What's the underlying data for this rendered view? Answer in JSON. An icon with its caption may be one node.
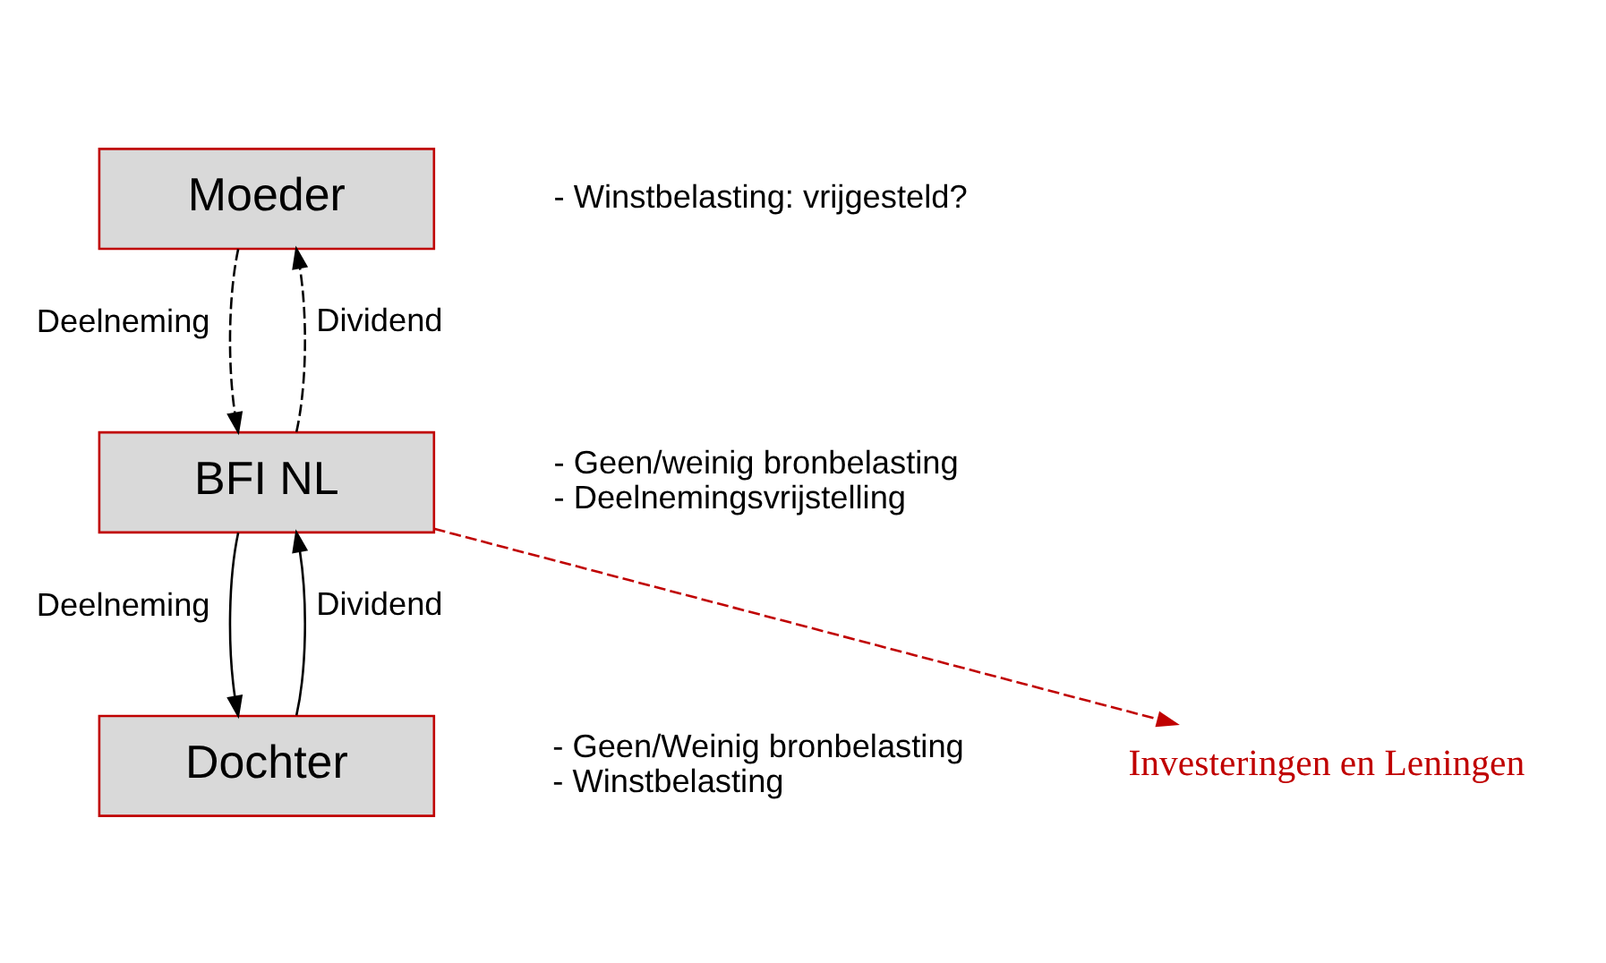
{
  "diagram": {
    "nodes": [
      {
        "text": [
          "Moeder"
        ],
        "beside": [
          "- Winstbelasting: vrijgesteld?"
        ]
      },
      {
        "text": [
          "BFI NL"
        ],
        "beside": [
          "- Geen/weinig bronbelasting",
          "- Deelnemingsvrijstelling"
        ]
      },
      {
        "text": [
          "Dochter"
        ],
        "beside": [
          "- Geen/Weinig bronbelasting",
          "- Winstbelasting"
        ]
      },
      {
        "text": [
          "Investeringen en Leningen"
        ]
      }
    ],
    "edges": [
      {
        "from": 0,
        "to": 1,
        "arrow": "to",
        "label": "Deelneming",
        "style": "dashed"
      },
      {
        "from": 1,
        "to": 0,
        "arrow": "to",
        "label": "Dividend",
        "style": "dashed"
      },
      {
        "from": 1,
        "to": 3,
        "arrow": "to",
        "style": "dashed",
        "color": "#c00000"
      },
      {
        "from": 1,
        "to": 2,
        "arrow": "to",
        "label": "Deelneming"
      },
      {
        "from": 2,
        "to": 1,
        "arrow": "to",
        "label": "Dividend"
      }
    ]
  }
}
